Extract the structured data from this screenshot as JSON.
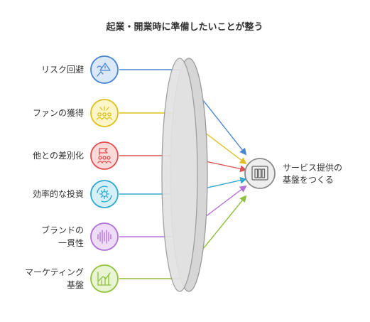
{
  "title": "起業・開業時に準備したいことが整う",
  "items": [
    {
      "lines": [
        "リスク回避"
      ],
      "icon": "risk-chart-warning-icon",
      "stroke": "#4a86d0",
      "fill": "#dbe8f8",
      "line_color": "#4a86d0"
    },
    {
      "lines": [
        "ファンの獲得"
      ],
      "icon": "fans-group-icon",
      "stroke": "#e0c020",
      "fill": "#fbf5c7",
      "line_color": "#e0c020"
    },
    {
      "lines": [
        "他との差別化"
      ],
      "icon": "flag-people-icon",
      "stroke": "#e05050",
      "fill": "#fbdada",
      "line_color": "#e05050"
    },
    {
      "lines": [
        "効率的な投資"
      ],
      "icon": "cycle-gear-icon",
      "stroke": "#30a8d0",
      "fill": "#d5f0f8",
      "line_color": "#30a8d0"
    },
    {
      "lines": [
        "ブランドの",
        "一貫性"
      ],
      "icon": "waveform-icon",
      "stroke": "#b070d8",
      "fill": "#eedcf8",
      "line_color": "#b070d8"
    },
    {
      "lines": [
        "マーケティング",
        "基盤"
      ],
      "icon": "growth-chart-icon",
      "stroke": "#90c040",
      "fill": "#e8f4d2",
      "line_color": "#90c040"
    }
  ],
  "result": {
    "lines": [
      "サービス提供の",
      "基盤をつくる"
    ],
    "icon": "columns-building-icon",
    "stroke": "#8a8a8a",
    "fill": "#eeeeee"
  },
  "lens": {
    "icon": "lens-shape",
    "fill": "#e2e2e2",
    "stroke": "#9a9a9a"
  }
}
